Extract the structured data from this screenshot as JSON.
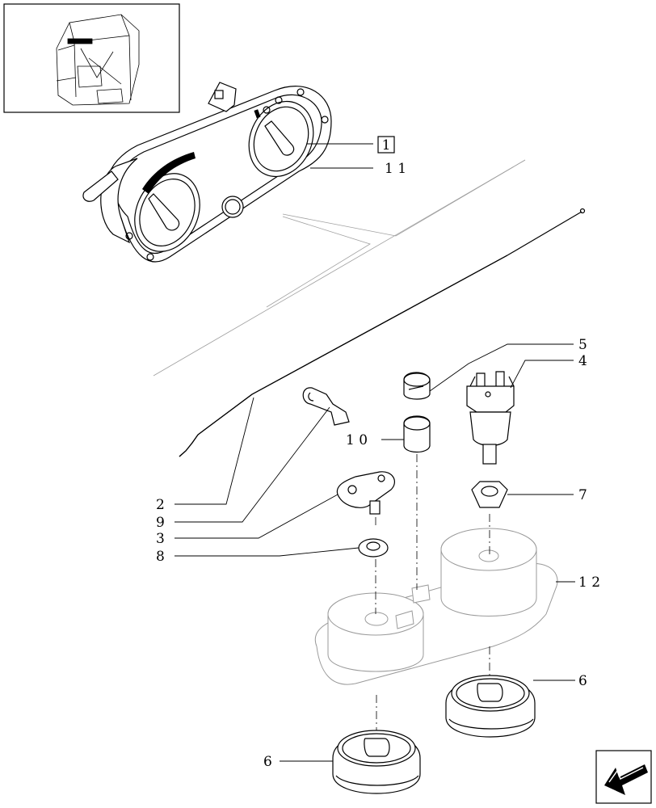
{
  "callouts": {
    "ref_box": "1",
    "c11": "1 1",
    "c5": "5",
    "c4": "4",
    "c10": "1 0",
    "c7": "7",
    "c2": "2",
    "c9": "9",
    "c3": "3",
    "c8": "8",
    "c12": "1 2",
    "c6a": "6",
    "c6b": "6"
  },
  "icons": {
    "thumbnail": "tractor-cab-thumbnail-icon",
    "nav": "next-page-arrow-icon"
  }
}
